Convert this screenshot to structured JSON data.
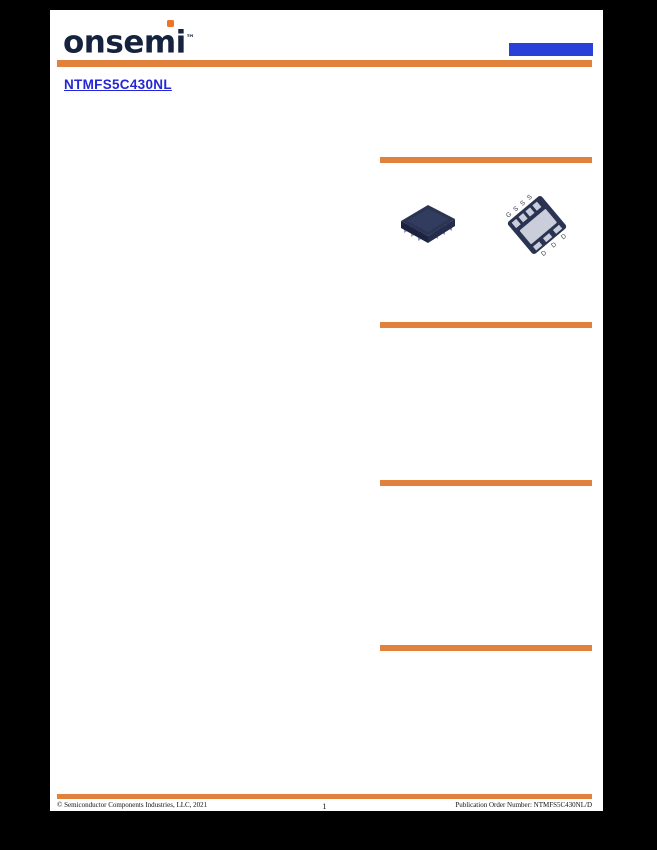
{
  "header": {
    "logo_text": "onsemi",
    "logo_trademark": "™",
    "part_number": "NTMFS5C430NL"
  },
  "packages": {
    "bottom_view": {
      "pin_labels": [
        "G",
        "S",
        "S",
        "S",
        "D",
        "D",
        "D"
      ]
    }
  },
  "footer": {
    "copyright": "© Semiconductor Components Industries, LLC, 2021",
    "page_number": "1",
    "publication": "Publication Order Number: NTMFS5C430NL/D"
  },
  "colors": {
    "accent_orange": "#E0813C",
    "link_blue": "#2B3FD9",
    "logo_navy": "#16233E"
  }
}
